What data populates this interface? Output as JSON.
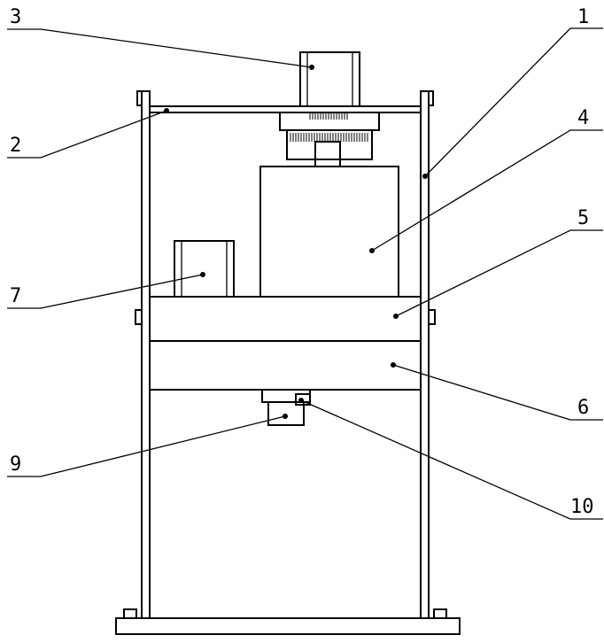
{
  "callouts": [
    {
      "id": "1",
      "label": "1"
    },
    {
      "id": "2",
      "label": "2"
    },
    {
      "id": "3",
      "label": "3"
    },
    {
      "id": "4",
      "label": "4"
    },
    {
      "id": "5",
      "label": "5"
    },
    {
      "id": "6",
      "label": "6"
    },
    {
      "id": "7",
      "label": "7"
    },
    {
      "id": "9",
      "label": "9"
    },
    {
      "id": "10",
      "label": "10"
    }
  ]
}
